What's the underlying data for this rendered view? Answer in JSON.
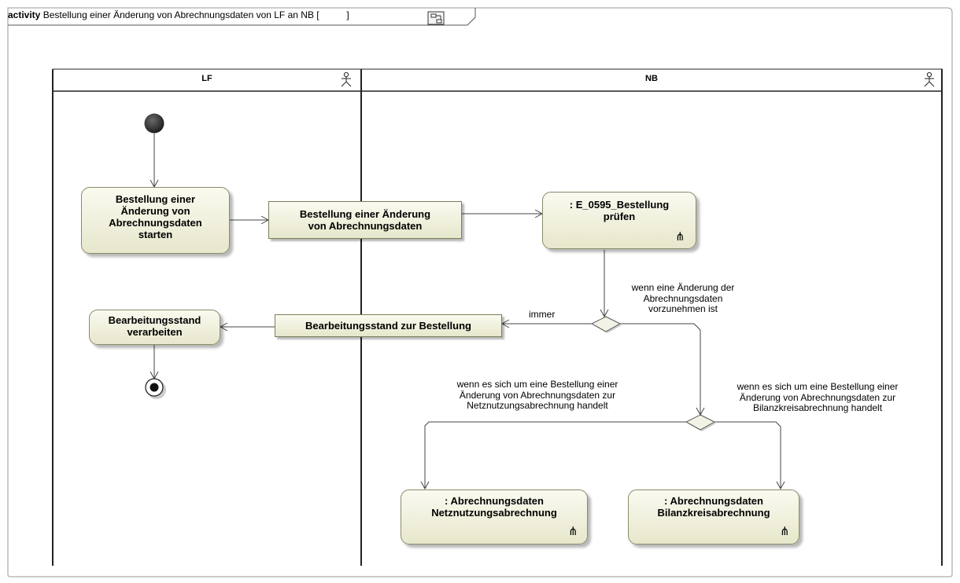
{
  "frame": {
    "keyword": "activity",
    "title": "Bestellung einer Änderung von Abrechnungsdaten von LF an NB",
    "bracket_open": "[",
    "bracket_close": "]",
    "icon": "activity-diagram-icon"
  },
  "lanes": [
    {
      "name": "LF",
      "icon": "actor-icon"
    },
    {
      "name": "NB",
      "icon": "actor-icon"
    }
  ],
  "actions": {
    "start_order": "Bestellung einer\nÄnderung von\nAbrechnungsdaten\nstarten",
    "check_order": ": E_0595_Bestellung\nprüfen",
    "process_status": "Bearbeitungsstand\nverarbeiten",
    "grid_billing": ": Abrechnungsdaten\nNetznutzungsabrechnung",
    "balance_billing": ": Abrechnungsdaten\nBilanzkreisabrechnung"
  },
  "objects": {
    "order_message": "Bestellung einer  Änderung\nvon Abrechnungsdaten",
    "status_message": "Bearbeitungsstand zur Bestellung"
  },
  "guards": {
    "always": "immer",
    "change_required": "wenn eine Änderung der\nAbrechnungsdaten\nvorzunehmen ist",
    "grid_usage": "wenn es sich um eine Bestellung einer\nÄnderung von Abrechnungsdaten zur\nNetznutzungsabrechnung handelt",
    "balance_group": "wenn es sich um eine Bestellung einer\nÄnderung von Abrechnungsdaten zur\nBilanzkreisabrechnung handelt"
  },
  "icons": {
    "call_behavior": "rake-icon"
  }
}
